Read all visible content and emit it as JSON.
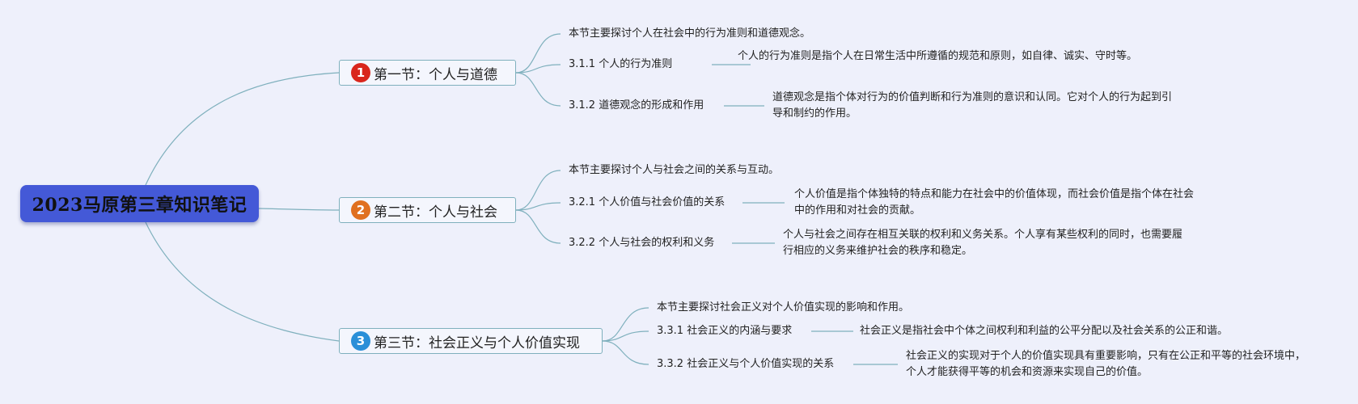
{
  "root": {
    "title": "2023马原第三章知识笔记"
  },
  "sections": [
    {
      "number": "1",
      "badge_color": "#d9261c",
      "title": "第一节：个人与道德",
      "intro": "本节主要探讨个人在社会中的行为准则和道德观念。",
      "items": [
        {
          "label": "3.1.1 个人的行为准则",
          "desc": "个人的行为准则是指个人在日常生活中所遵循的规范和原则，如自律、诚实、守时等。"
        },
        {
          "label": "3.1.2 道德观念的形成和作用",
          "desc": "道德观念是指个体对行为的价值判断和行为准则的意识和认同。它对个人的行为起到引导和制约的作用。"
        }
      ]
    },
    {
      "number": "2",
      "badge_color": "#e0701f",
      "title": "第二节：个人与社会",
      "intro": "本节主要探讨个人与社会之间的关系与互动。",
      "items": [
        {
          "label": "3.2.1 个人价值与社会价值的关系",
          "desc": "个人价值是指个体独特的特点和能力在社会中的价值体现，而社会价值是指个体在社会中的作用和对社会的贡献。"
        },
        {
          "label": "3.2.2 个人与社会的权利和义务",
          "desc": "个人与社会之间存在相互关联的权利和义务关系。个人享有某些权利的同时，也需要履行相应的义务来维护社会的秩序和稳定。"
        }
      ]
    },
    {
      "number": "3",
      "badge_color": "#2a8fd8",
      "title": "第三节：社会正义与个人价值实现",
      "intro": "本节主要探讨社会正义对个人价值实现的影响和作用。",
      "items": [
        {
          "label": "3.3.1 社会正义的内涵与要求",
          "desc": "社会正义是指社会中个体之间权利和利益的公平分配以及社会关系的公正和谐。"
        },
        {
          "label": "3.3.2 社会正义与个人价值实现的关系",
          "desc": "社会正义的实现对于个人的价值实现具有重要影响，只有在公正和平等的社会环境中，个人才能获得平等的机会和资源来实现自己的价值。"
        }
      ]
    }
  ]
}
